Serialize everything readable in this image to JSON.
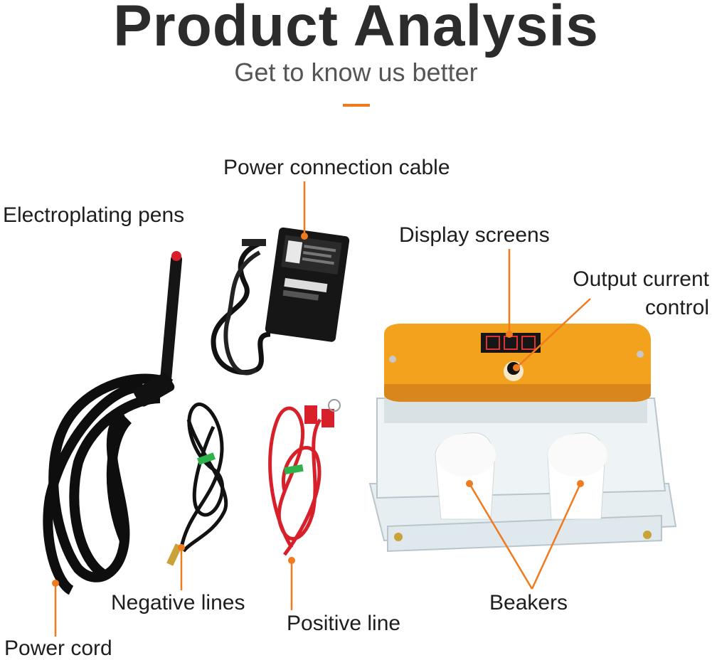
{
  "header": {
    "title": "Product Analysis",
    "subtitle": "Get to know us better",
    "accent_color": "#f07a1e"
  },
  "callouts": {
    "power_connection_cable": "Power connection cable",
    "electroplating_pens": "Electroplating pens",
    "display_screens": "Display screens",
    "output_current_control_line1": "Output current",
    "output_current_control_line2": "control",
    "negative_lines": "Negative lines",
    "positive_line": "Positive line",
    "beakers": "Beakers",
    "power_cord": "Power cord"
  },
  "colors": {
    "callout_line": "#f07a1e",
    "panel_orange": "#f2a21c",
    "cable_black": "#111111",
    "cable_red": "#d8202a"
  }
}
